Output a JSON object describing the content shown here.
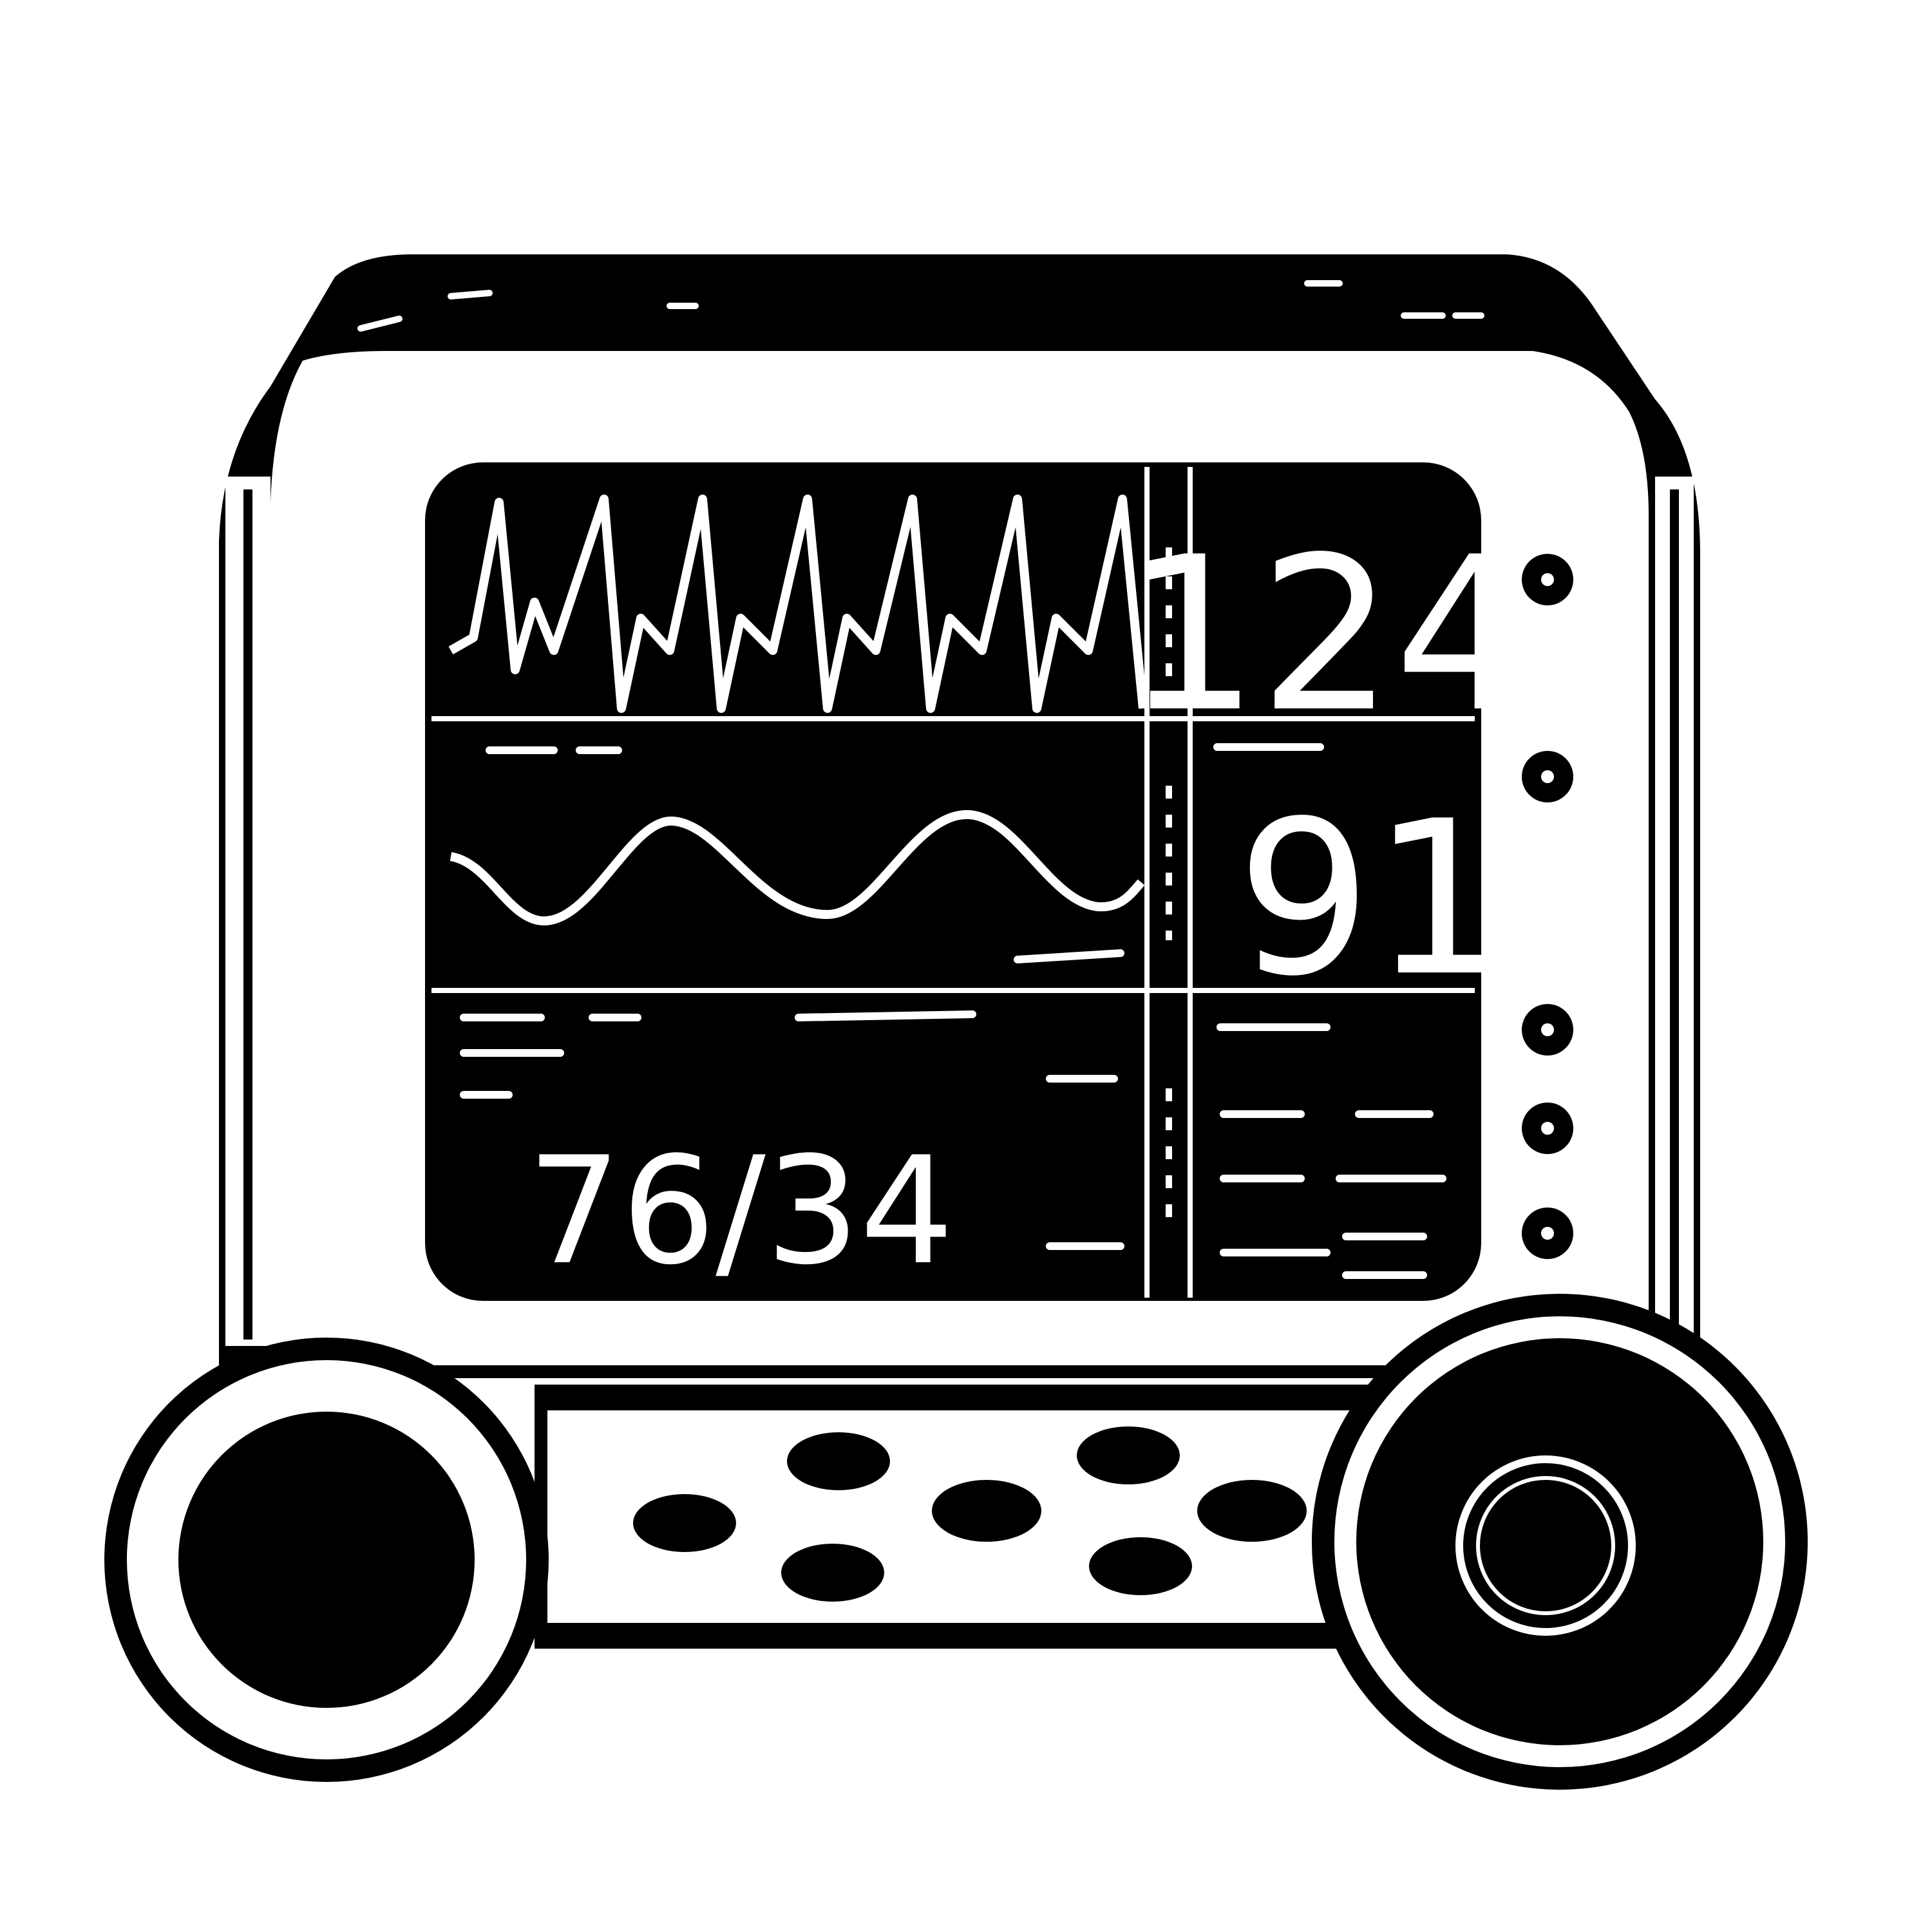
{
  "monitor": {
    "heart_rate": "124",
    "spo2": "91",
    "blood_pressure": "76/34"
  },
  "colors": {
    "ink": "#000000",
    "paper": "#ffffff"
  }
}
